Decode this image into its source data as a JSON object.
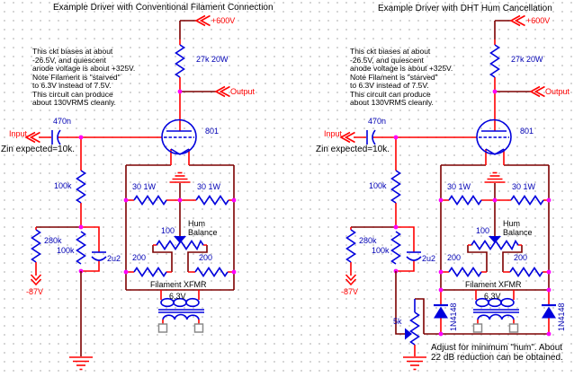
{
  "left": {
    "title": "Example Driver with Conventional Filament Connection",
    "note": "This ckt biases at about\n-26.5V, and quiescent\nanode voltage is about +325V.\nNote Filament is \"starved\"\nto 6.3V instead of 7.5V.\nThis circuit can produce\nabout 130VRMS cleanly.",
    "zin": "Zin expected=10k.",
    "ports": {
      "input": "Input",
      "hv": "+600V",
      "output": "Output",
      "bias": "-87V"
    },
    "values": {
      "input_cap": "470n",
      "grid_resistor": "100k",
      "anode_resistor": "27k 20W",
      "tube": "801",
      "fil_res_left": "30 1W",
      "fil_res_right": "30 1W",
      "hum_pot": "100",
      "hum_pot_name": "Hum\nBalance",
      "r200_left": "200",
      "r200_right": "200",
      "r280k": "280k",
      "r100k_lower": "100k",
      "bypass_cap": "2u2",
      "xfmr_name": "Filament XFMR",
      "xfmr_voltage": "6.3V"
    }
  },
  "right": {
    "title": "Example Driver with DHT Hum Cancellation",
    "note": "This ckt biases at about\n-26.5V, and quiescent\nanode voltage is about +325V.\nNote Filament is \"starved\"\nto 6.3V instead of 7.5V.\nThis circuit can produce\nabout 130VRMS cleanly.",
    "zin": "Zin expected=10k.",
    "adjust_note": "Adjust for minimum \"hum\". About\n22 dB reduction can be obtained.",
    "ports": {
      "input": "Input",
      "hv": "+600V",
      "output": "Output",
      "bias": "-87V"
    },
    "values": {
      "input_cap": "470n",
      "grid_resistor": "100k",
      "anode_resistor": "27k 20W",
      "tube": "801",
      "fil_res_left": "30 1W",
      "fil_res_right": "30 1W",
      "hum_pot": "100",
      "hum_pot_name": "Hum\nBalance",
      "r200_left": "200",
      "r200_right": "200",
      "r280k": "280k",
      "r100k_lower": "100k",
      "bypass_cap": "2u2",
      "xfmr_name": "Filament XFMR",
      "xfmr_voltage": "6.3V",
      "hum_pot_5k": "5k",
      "diode_left": "1N4148",
      "diode_right": "1N4148"
    }
  },
  "colors": {
    "wire": "#7d0000",
    "pin": "#ff0000",
    "component": "#0000dd",
    "junction": "#ff00ff",
    "value_text": "#0000b4",
    "port_text": "#ff0000",
    "note_text": "#000000",
    "terminal": "#8a8a8a"
  }
}
